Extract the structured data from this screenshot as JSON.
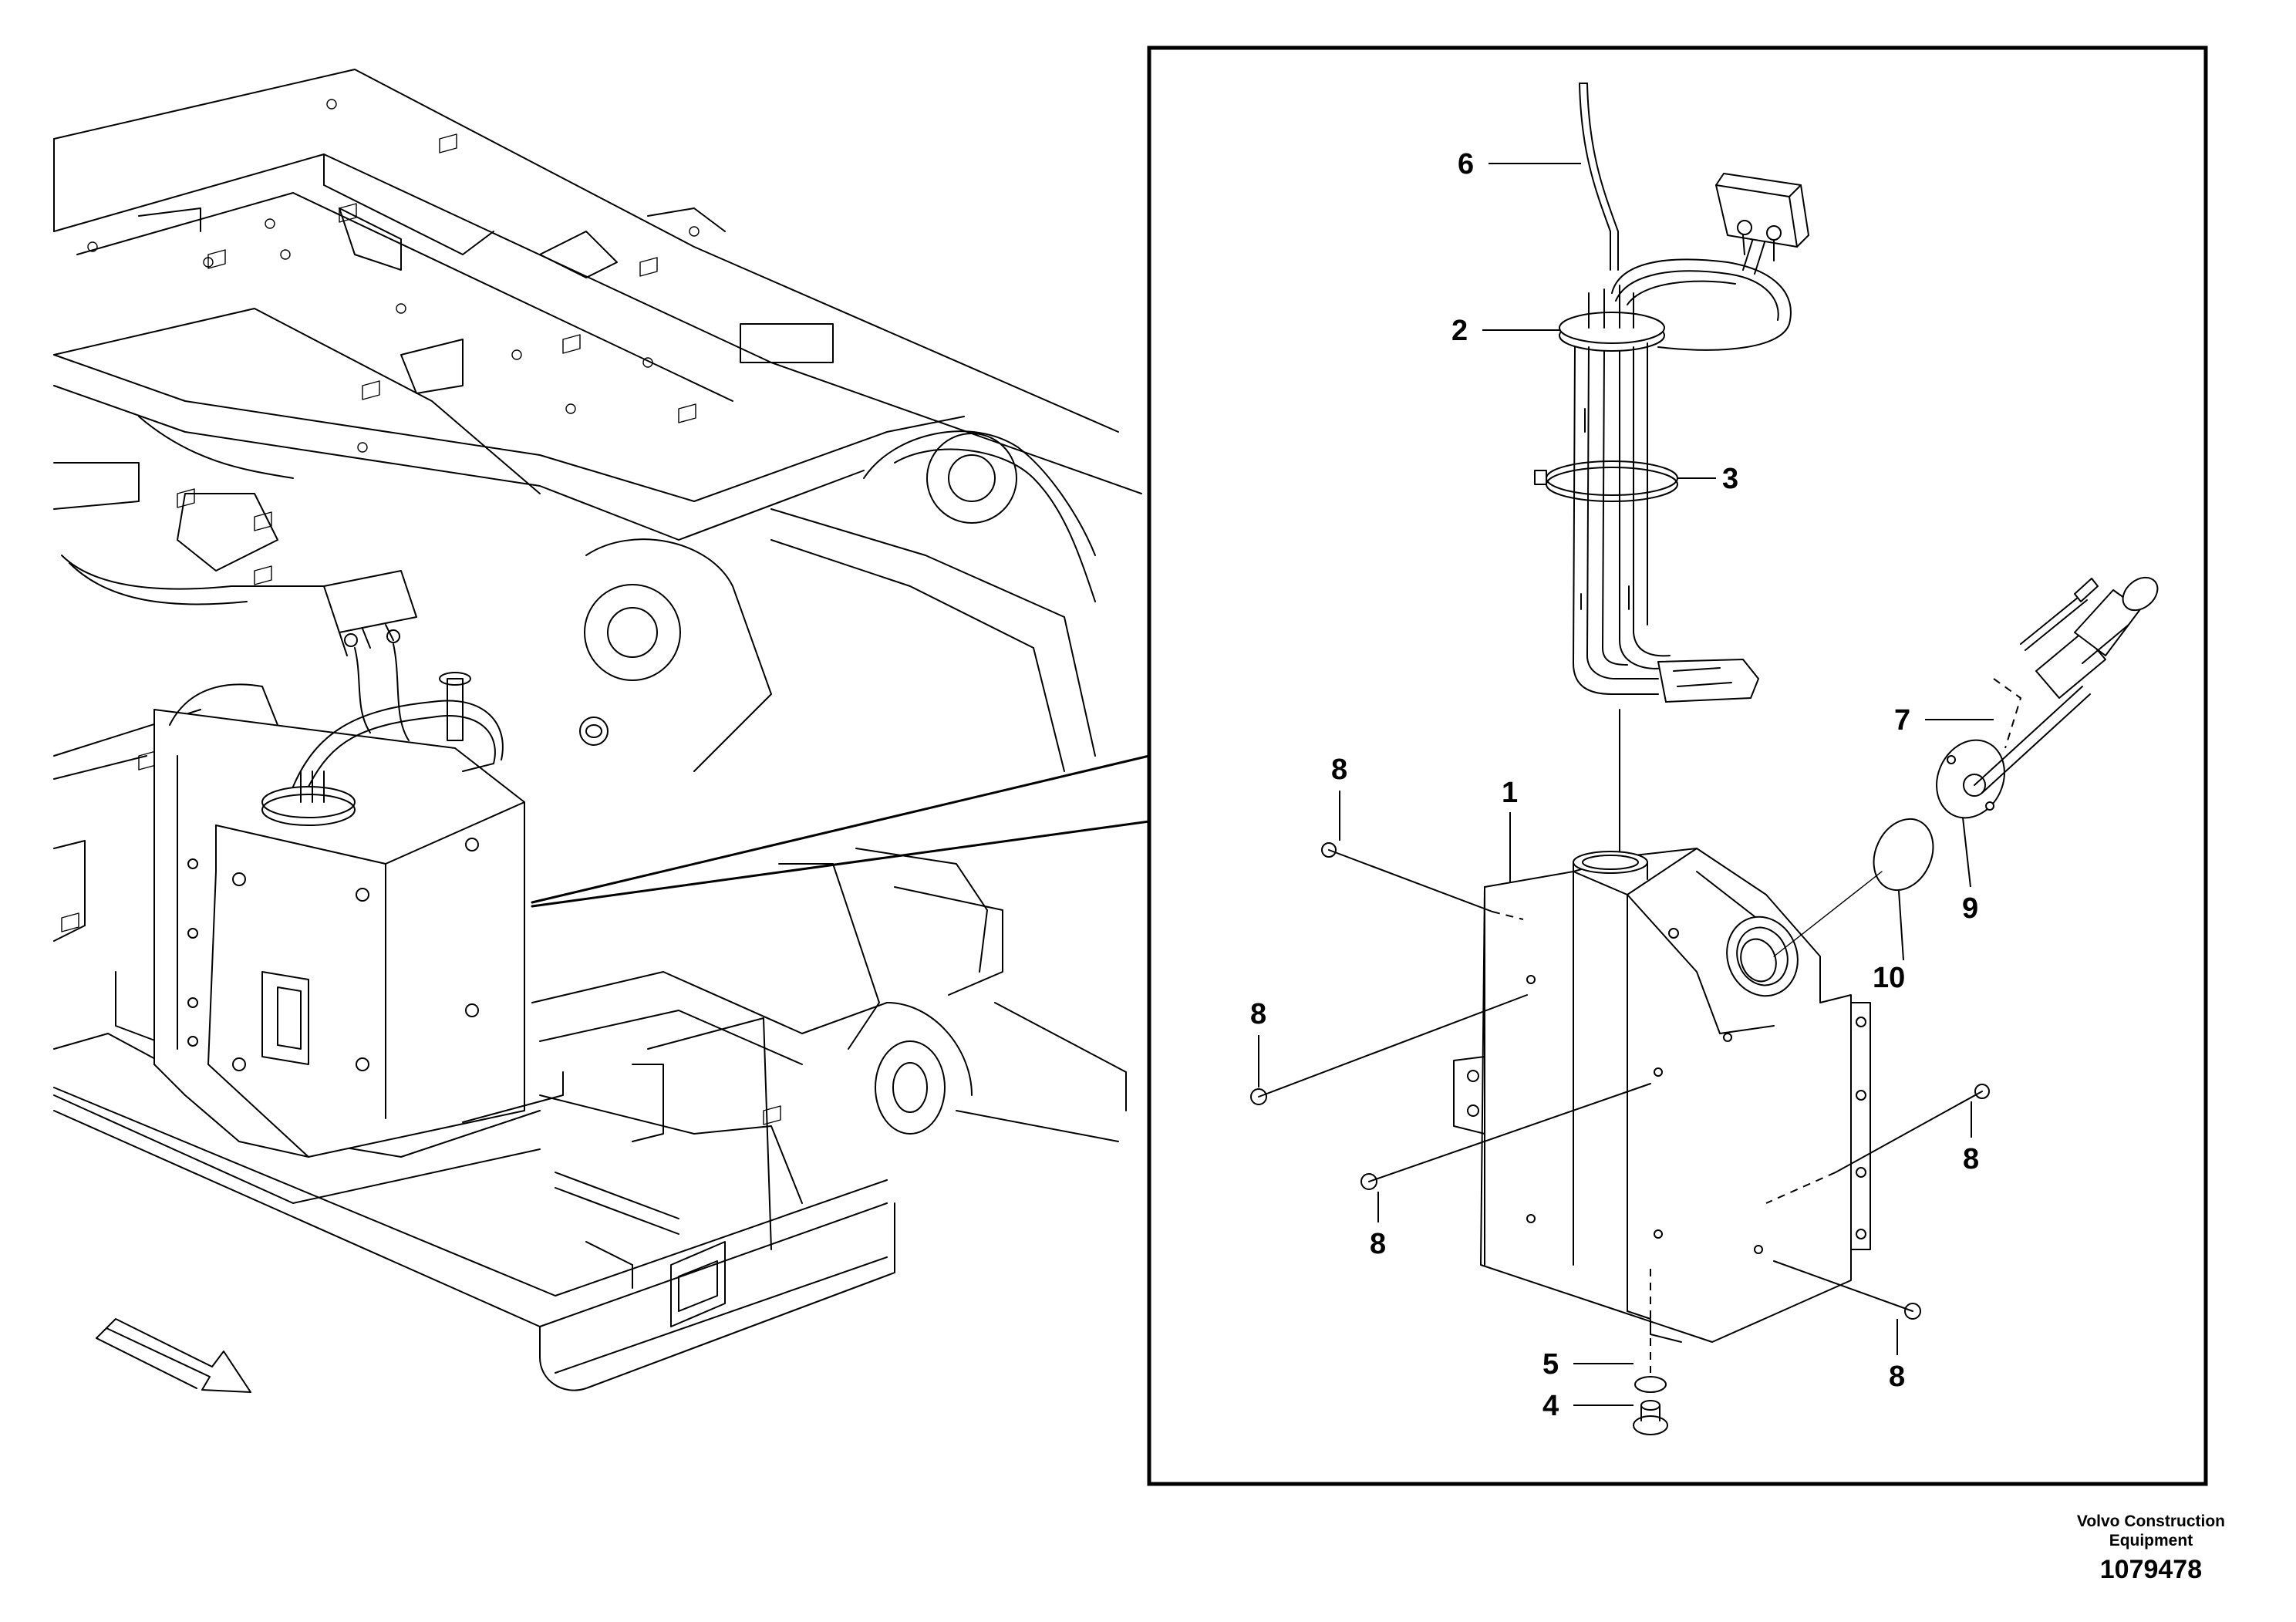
{
  "callouts": {
    "c1": "1",
    "c2": "2",
    "c3": "3",
    "c4": "4",
    "c5": "5",
    "c6": "6",
    "c7": "7",
    "c8": "8",
    "c9": "9",
    "c10": "10"
  },
  "footer": {
    "company_line1": "Volvo Construction",
    "company_line2": "Equipment",
    "drawing_number": "1079478"
  }
}
